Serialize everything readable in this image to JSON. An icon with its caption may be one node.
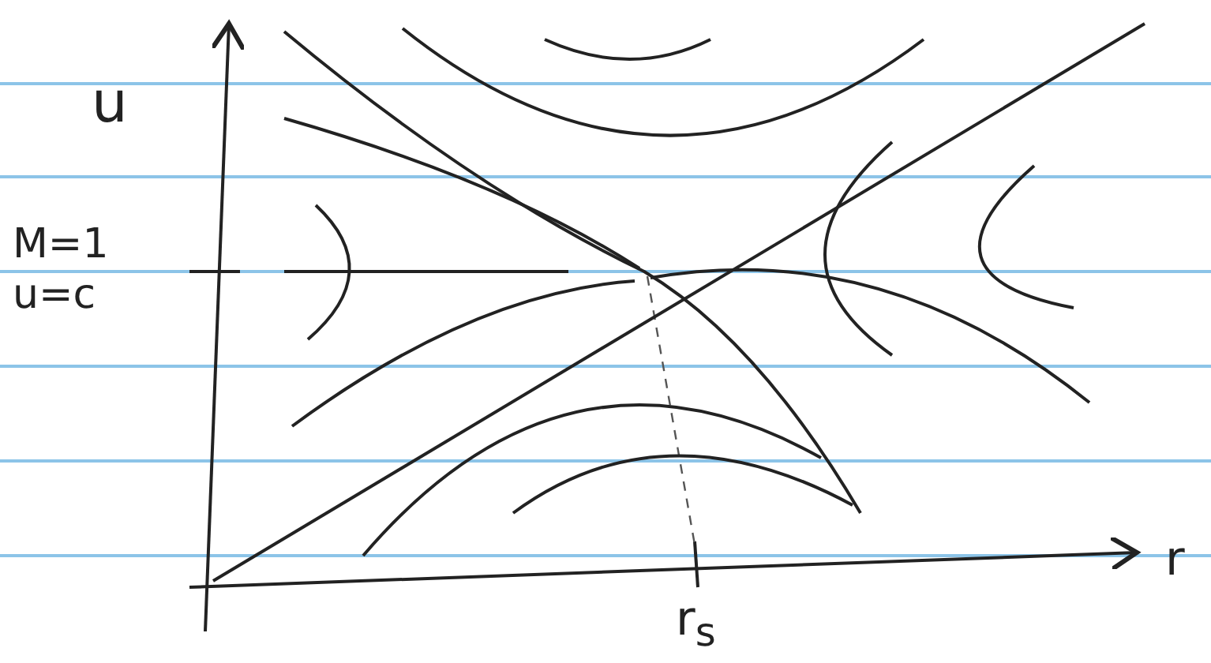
{
  "diagram": {
    "labels": [
      "u",
      "M=1",
      "u=c",
      "r$_{s}$",
      "r"
    ]
  }
}
